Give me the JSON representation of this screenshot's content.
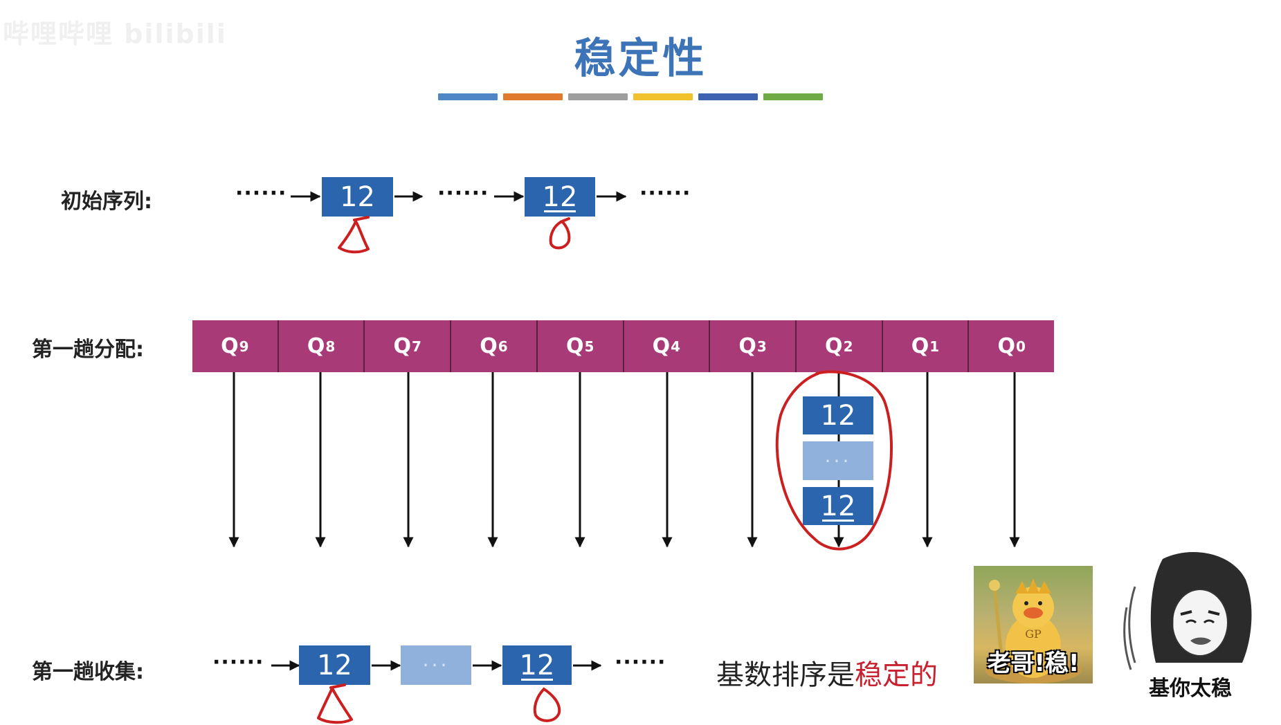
{
  "watermark": "哔哩哔哩 bilibili",
  "title": "稳定性",
  "accent_bar_colors": [
    "#4f86c6",
    "#e07a2e",
    "#9e9e9e",
    "#f2c12e",
    "#3e62b0",
    "#6fab45"
  ],
  "row_initial": {
    "label": "初始序列:",
    "ellipsis": "······",
    "first_value": "12",
    "second_value": "12"
  },
  "row_distribution": {
    "label": "第一趟分配:",
    "queues": [
      {
        "name": "Q",
        "sub": "9"
      },
      {
        "name": "Q",
        "sub": "8"
      },
      {
        "name": "Q",
        "sub": "7"
      },
      {
        "name": "Q",
        "sub": "6"
      },
      {
        "name": "Q",
        "sub": "5"
      },
      {
        "name": "Q",
        "sub": "4"
      },
      {
        "name": "Q",
        "sub": "3"
      },
      {
        "name": "Q",
        "sub": "2"
      },
      {
        "name": "Q",
        "sub": "1"
      },
      {
        "name": "Q",
        "sub": "0"
      }
    ],
    "bucket_top_value": "12",
    "bucket_middle": "···",
    "bucket_bottom_value": "12"
  },
  "row_collection": {
    "label": "第一趟收集:",
    "ellipsis": "······",
    "first_value": "12",
    "middle": "···",
    "second_value": "12"
  },
  "conclusion": {
    "prefix": "基数排序是",
    "highlight": "稳定的"
  },
  "meme_left_caption": "老哥!稳!",
  "meme_left_emblem": "GP",
  "meme_right_caption": "基你太稳",
  "colors": {
    "title": "#3d74b8",
    "node": "#2a65ad",
    "ghost": "#8fb1dc",
    "queue": "#a93a78",
    "annotation": "#cc1f1f",
    "highlight": "#c8202f"
  }
}
